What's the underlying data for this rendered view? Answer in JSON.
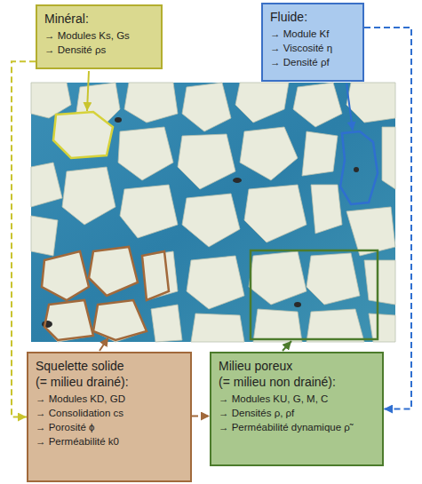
{
  "diagram": {
    "nodes": [
      {
        "text": [
          "Minéral:",
          "→ Modules Ks, Gs",
          "→ Densité ρs"
        ]
      },
      {
        "text": [
          "Fluide:",
          "→ Module Kf",
          "→ Viscosité η",
          "→ Densité ρf"
        ]
      },
      {
        "text": [
          "Squelette solide (= milieu drainé):",
          "→ Modules KD, GD",
          "→ Consolidation cs",
          "→ Porosité ϕ",
          "→ Perméabilité k0"
        ]
      },
      {
        "text": [
          "Milieu poreux (= milieu non drainé):",
          "→ Modules KU, G, M, C",
          "→ Densités ρ, ρf",
          "→ Perméabilité dynamique ρ̃"
        ]
      }
    ],
    "edges": [
      {
        "from": 0,
        "to": 2,
        "arrow": "to"
      },
      {
        "from": 1,
        "to": 3,
        "arrow": "to"
      },
      {
        "from": 2,
        "to": 3,
        "arrow": "to"
      }
    ]
  }
}
